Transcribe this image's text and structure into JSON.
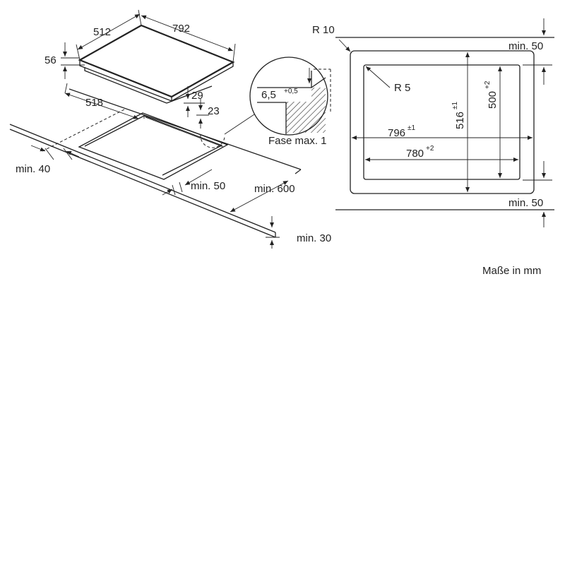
{
  "iso": {
    "dim_512": "512",
    "dim_792": "792",
    "dim_56": "56",
    "dim_29": "29",
    "dim_23": "23",
    "dim_518": "518",
    "min_40": "min. 40",
    "min_50": "min. 50",
    "min_600": "min. 600",
    "min_30": "min. 30"
  },
  "detail": {
    "dim_65": "6,5",
    "tol_65": "+0,5",
    "chamfer": "Fase max. 1"
  },
  "plan": {
    "r10": "R 10",
    "r5": "R 5",
    "min_50_top": "min. 50",
    "min_50_bottom": "min. 50",
    "dim_796": "796",
    "tol_796": "±1",
    "dim_780": "780",
    "tol_780": "+2",
    "dim_516": "516",
    "tol_516": "±1",
    "dim_500": "500",
    "tol_500": "+2"
  },
  "units_note": "Maße in mm"
}
